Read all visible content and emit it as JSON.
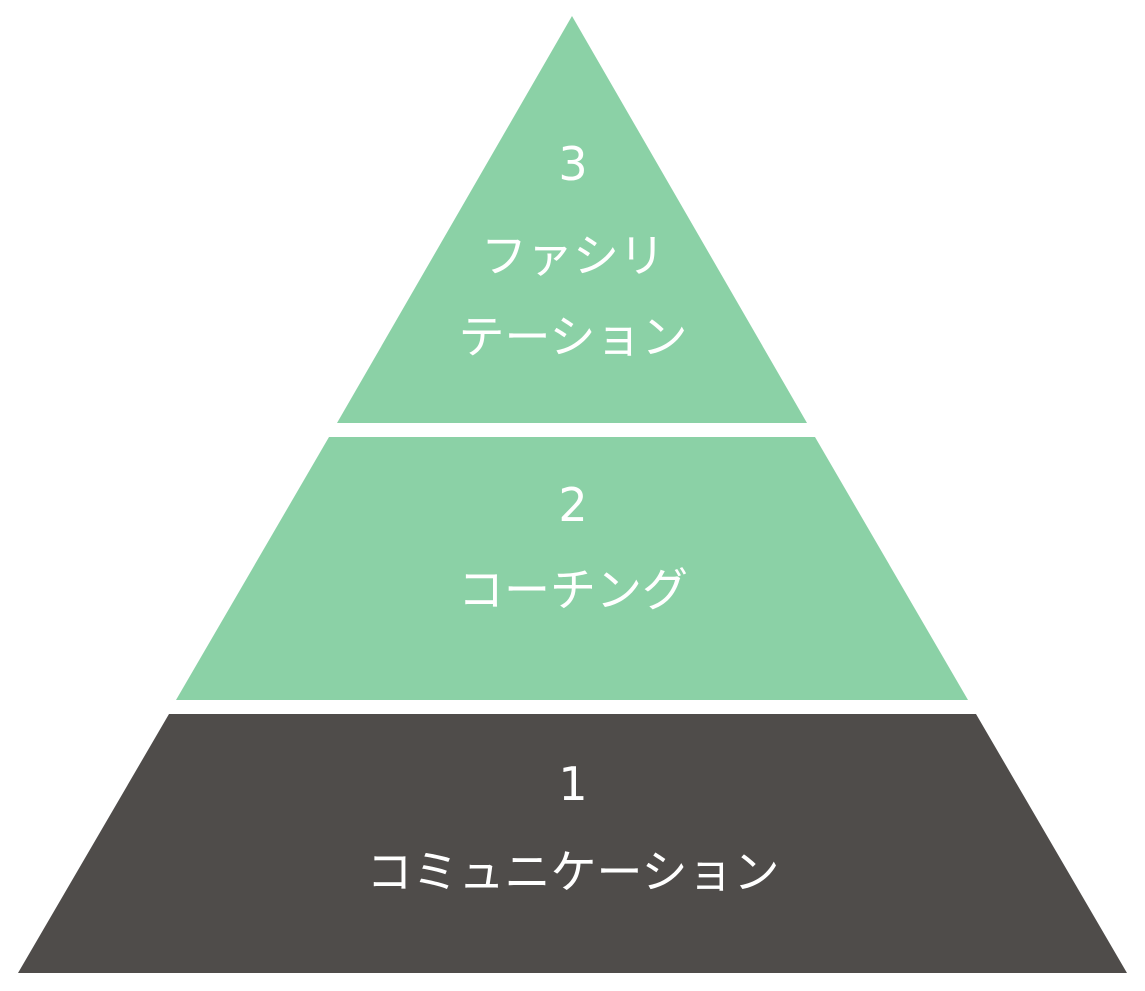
{
  "pyramid": {
    "levels": [
      {
        "number": "3",
        "label_lines": [
          "ファシリ",
          "テーション"
        ],
        "color": "#8bd1a6"
      },
      {
        "number": "2",
        "label_lines": [
          "コーチング"
        ],
        "color": "#8bd1a6"
      },
      {
        "number": "1",
        "label_lines": [
          "コミュニケーション"
        ],
        "color": "#4f4c4a"
      }
    ],
    "background": "#ffffff"
  }
}
